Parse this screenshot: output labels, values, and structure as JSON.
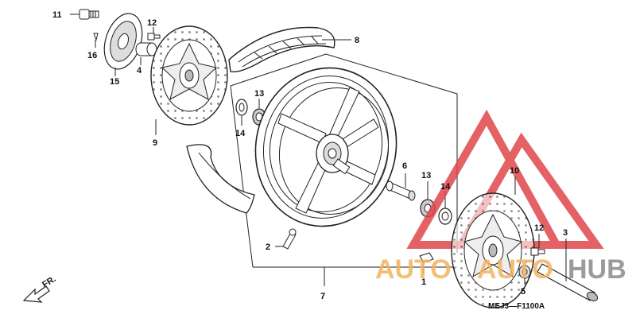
{
  "callouts": {
    "c1": "1",
    "c2": "2",
    "c3": "3",
    "c4": "4",
    "c5": "5",
    "c6": "6",
    "c7": "7",
    "c8": "8",
    "c9": "9",
    "c10": "10",
    "c11": "11",
    "c12a": "12",
    "c12b": "12",
    "c13a": "13",
    "c13b": "13",
    "c14a": "14",
    "c14b": "14",
    "c15": "15",
    "c16": "16"
  },
  "front_label": "FR.",
  "diagram_code": "MEJ3—F1100A",
  "watermark": {
    "left": "AUTO",
    "mid": "AUTO",
    "right": "HUB",
    "colors": {
      "triangle": "#e0464c",
      "text_orange": "#f2b560",
      "text_grey": "#8a8a8a"
    }
  }
}
